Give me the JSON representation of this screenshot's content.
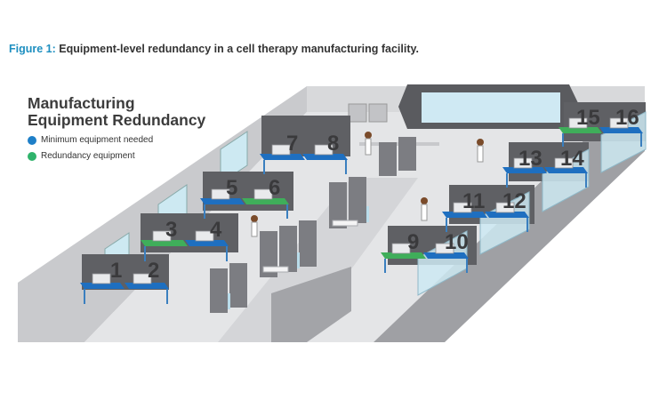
{
  "caption": {
    "figure_label": "Figure 1:",
    "text": "Equipment-level redundancy in a cell therapy manufacturing facility."
  },
  "legend": {
    "title_line1": "Manufacturing",
    "title_line2": "Equipment Redundancy",
    "items": [
      {
        "label": "Minimum equipment needed",
        "color": "#1e7fc8"
      },
      {
        "label": "Redundancy equipment",
        "color": "#2fb36b"
      }
    ]
  },
  "colors": {
    "minimum": "#1e6fc0",
    "redundancy": "#3fae5a",
    "wall_dark": "#5a5b5f",
    "floor": "#e3e4e6",
    "window": "#bfe3f0"
  },
  "stations": [
    {
      "number": "1",
      "type": "minimum"
    },
    {
      "number": "2",
      "type": "minimum"
    },
    {
      "number": "3",
      "type": "redundancy"
    },
    {
      "number": "4",
      "type": "minimum"
    },
    {
      "number": "5",
      "type": "minimum"
    },
    {
      "number": "6",
      "type": "redundancy"
    },
    {
      "number": "7",
      "type": "minimum"
    },
    {
      "number": "8",
      "type": "minimum"
    },
    {
      "number": "9",
      "type": "redundancy"
    },
    {
      "number": "10",
      "type": "minimum"
    },
    {
      "number": "11",
      "type": "minimum"
    },
    {
      "number": "12",
      "type": "minimum"
    },
    {
      "number": "13",
      "type": "minimum"
    },
    {
      "number": "14",
      "type": "minimum"
    },
    {
      "number": "15",
      "type": "redundancy"
    },
    {
      "number": "16",
      "type": "minimum"
    }
  ]
}
